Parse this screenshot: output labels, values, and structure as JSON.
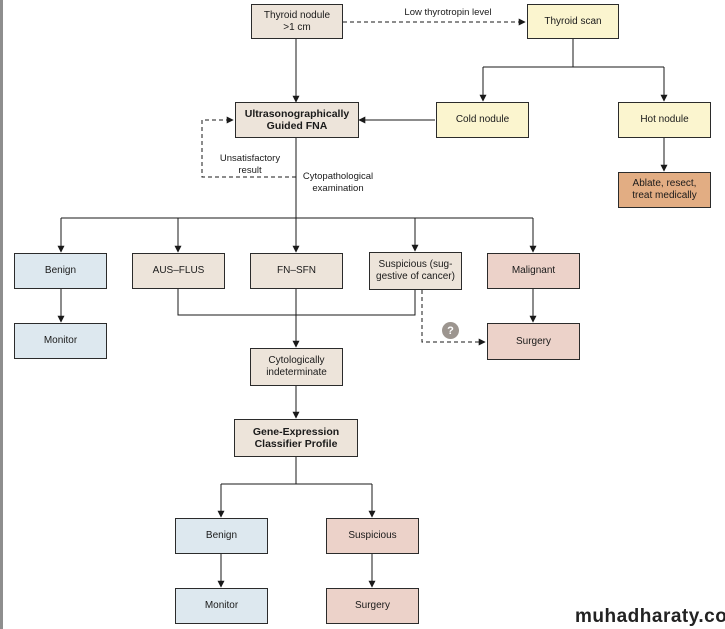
{
  "nodes": {
    "thyroid_nodule": "Thyroid nodule\n>1 cm",
    "thyroid_scan": "Thyroid scan",
    "fna": "Ultrasonographically\nGuided FNA",
    "cold_nodule": "Cold nodule",
    "hot_nodule": "Hot nodule",
    "ablate": "Ablate, resect,\ntreat medically",
    "benign": "Benign",
    "aus_flus": "AUS–FLUS",
    "fn_sfn": "FN–SFN",
    "suspicious": "Suspicious (sug-\ngestive of cancer)",
    "malignant": "Malignant",
    "monitor": "Monitor",
    "surgery": "Surgery",
    "indeterminate": "Cytologically\nindeterminate",
    "gec": "Gene-Expression\nClassifier Profile",
    "gec_benign": "Benign",
    "gec_suspicious": "Suspicious",
    "gec_monitor": "Monitor",
    "gec_surgery": "Surgery"
  },
  "labels": {
    "low_tsh": "Low thyrotropin level",
    "unsatisfactory": "Unsatisfactory\nresult",
    "cytopath": "Cytopathological\nexamination",
    "question": "?"
  },
  "watermark": "muhadharaty.com"
}
